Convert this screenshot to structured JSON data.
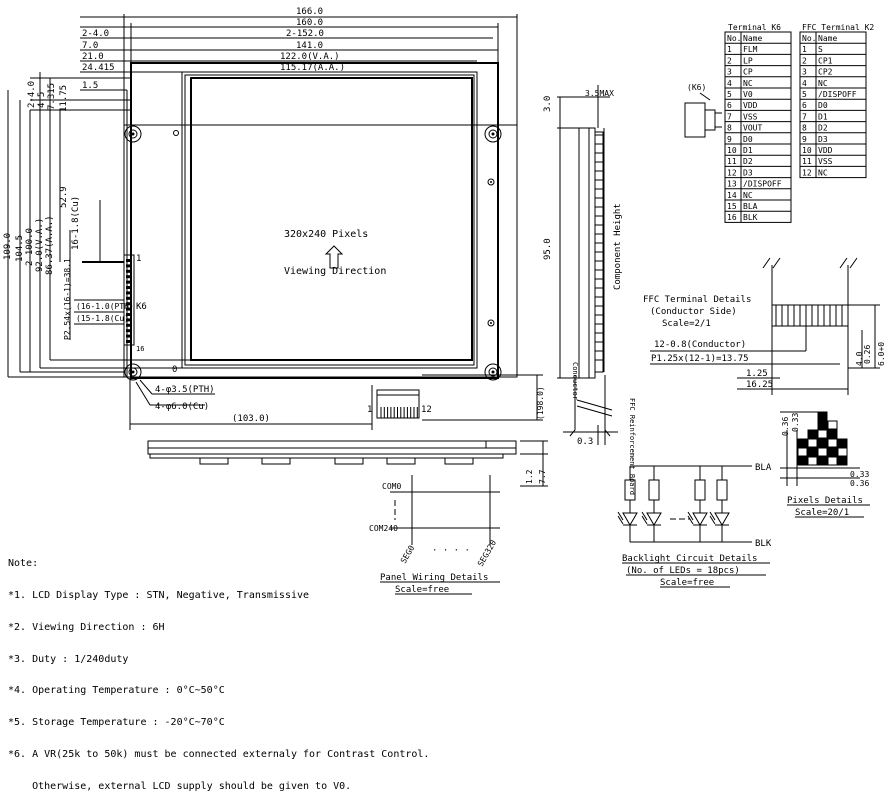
{
  "front_view": {
    "width_dims": [
      "166.0",
      "160.0",
      "2-152.0",
      "141.0",
      "122.0(V.A.)",
      "115.17(A.A.)"
    ],
    "left_dims": [
      "2-4.0",
      "7.0",
      "21.0",
      "24.415",
      "1.5"
    ],
    "height_dims": [
      "109.0",
      "104.5",
      "2-100.0",
      "92.0(V.A.)",
      "86.37(A.A.)",
      "2-4.0",
      "4.5",
      "7.315",
      "11.75",
      "52.9",
      "16-1.8(Cu)",
      "P2.54x(16-1)=38.1",
      "(16-1.0(PTH)",
      "(15-1.8(Cu)"
    ],
    "pixels": "320x240 Pixels",
    "viewing_direction": "Viewing Direction",
    "k6": "K6",
    "pin1": "1",
    "pin16": "16",
    "zero": "0",
    "hole1": "4-φ3.5(PTH)",
    "hole2": "4-φ6.0(Cu)",
    "dim_103": "(103.0)",
    "dim_198": "(198.0)",
    "k2_label1": "1",
    "k2_label12": "12"
  },
  "side_view": {
    "max": "3.5MAX",
    "dim_30": "3.0",
    "dim_950": "95.0",
    "component_height": "Component Height",
    "ffc_reinforcement": "FFC Reinforcement Board",
    "conductor": "Conductor",
    "dim_03": "0.3"
  },
  "bottom_view": {
    "dim_12": "1.2",
    "dim_77": "7.7"
  },
  "terminal_k6": {
    "title": "Terminal K6",
    "headers": [
      "No.",
      "Name"
    ],
    "rows": [
      [
        "1",
        "FLM"
      ],
      [
        "2",
        "LP"
      ],
      [
        "3",
        "CP"
      ],
      [
        "4",
        "NC"
      ],
      [
        "5",
        "V0"
      ],
      [
        "6",
        "VDD"
      ],
      [
        "7",
        "VSS"
      ],
      [
        "8",
        "VOUT"
      ],
      [
        "9",
        "D0"
      ],
      [
        "10",
        "D1"
      ],
      [
        "11",
        "D2"
      ],
      [
        "12",
        "D3"
      ],
      [
        "13",
        "/DISPOFF"
      ],
      [
        "14",
        "NC"
      ],
      [
        "15",
        "BLA"
      ],
      [
        "16",
        "BLK"
      ]
    ]
  },
  "terminal_k2": {
    "title": "FFC Terminal K2",
    "headers": [
      "No.",
      "Name"
    ],
    "rows": [
      [
        "1",
        "S"
      ],
      [
        "2",
        "CP1"
      ],
      [
        "3",
        "CP2"
      ],
      [
        "4",
        "NC"
      ],
      [
        "5",
        "/DISPOFF"
      ],
      [
        "6",
        "D0"
      ],
      [
        "7",
        "D1"
      ],
      [
        "8",
        "D2"
      ],
      [
        "9",
        "D3"
      ],
      [
        "10",
        "VDD"
      ],
      [
        "11",
        "VSS"
      ],
      [
        "12",
        "NC"
      ]
    ]
  },
  "ffc_connector_label": "(K6)",
  "ffc_details": {
    "title": "FFC Terminal Details",
    "subtitle": "(Conductor Side)",
    "scale": "Scale=2/1",
    "conductor": "12-0.8(Conductor)",
    "pitch": "P1.25x(12-1)=13.75",
    "dim_125": "1.25",
    "dim_1625": "16.25",
    "dim_40": "4.0",
    "dim_026": "0.26",
    "dim_60": "6.0+0"
  },
  "pixel_details": {
    "dim_036a": "0.36",
    "dim_033a": "0.33",
    "dim_033b": "0.33",
    "dim_036b": "0.36",
    "title": "Pixels Details",
    "scale": "Scale=20/1"
  },
  "panel_wiring": {
    "com0": "COM0",
    "com240": "COM240",
    "seg0": "SEG0",
    "seg320": "SEG320",
    "dots": "· · · ·",
    "title": "Panel Wiring Details",
    "scale": "Scale=free"
  },
  "backlight": {
    "bla": "BLA",
    "blk": "BLK",
    "title": "Backlight Circuit Details",
    "subtitle": "(No. of LEDs = 18pcs)",
    "scale": "Scale=free"
  },
  "notes": {
    "title": "Note:",
    "lines": [
      "*1. LCD Display Type : STN, Negative, Transmissive",
      "*2. Viewing Direction : 6H",
      "*3. Duty : 1/240duty",
      "*4. Operating Temperature : 0°C~50°C",
      "*5. Storage Temperature : -20°C~70°C",
      "*6. A VR(25k to 50k) must be connected externaly for Contrast Control.",
      "    Otherwise, external LCD supply should be given to V0."
    ]
  }
}
